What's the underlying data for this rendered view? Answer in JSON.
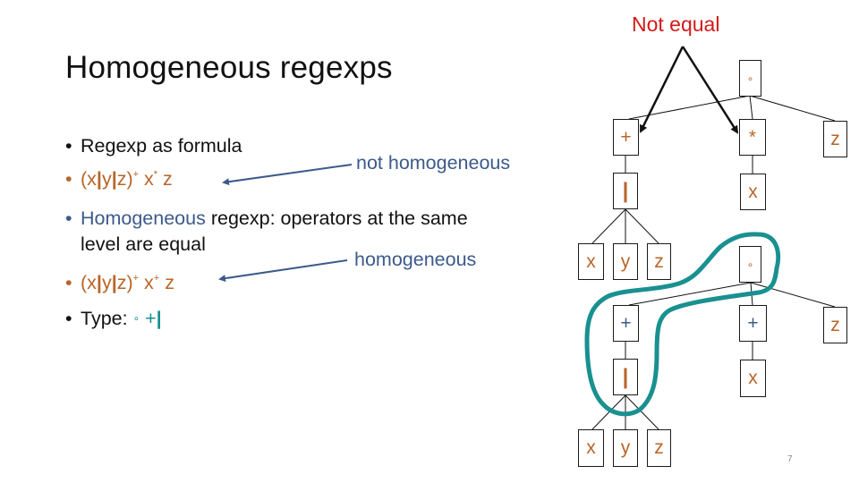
{
  "slide": {
    "title": "Homogeneous regexps",
    "page_number": "7",
    "colors": {
      "text": "#111111",
      "regex_orange": "#b8652a",
      "annotation_blue": "#3c5a8a",
      "type_teal": "#1a9090",
      "alert_red": "#d21a1a",
      "highlight_loop": "#1a9090"
    }
  },
  "bullets": [
    {
      "text": "Regexp as formula"
    },
    {
      "parts": [
        "(x",
        "|",
        "y",
        "|",
        "z)",
        "+",
        " x",
        "*",
        " z"
      ],
      "color": "orange"
    },
    {
      "highlight": "Homogeneous",
      "rest": " regexp: operators at the same",
      "continuation": "level are equal"
    },
    {
      "parts": [
        "(x",
        "|",
        "y",
        "|",
        "z)",
        "+",
        " x",
        "+",
        " z"
      ],
      "color": "orange"
    },
    {
      "label": "Type: ",
      "type_symbols": [
        "∘",
        "+",
        "|"
      ]
    }
  ],
  "annotations": {
    "not_homogeneous": "not homogeneous",
    "homogeneous": "homogeneous",
    "not_equal": "Not equal"
  },
  "tree_top": {
    "root": "∘",
    "level1": [
      "+",
      "*",
      "z"
    ],
    "level2": [
      "|",
      "x"
    ],
    "level3": [
      "x",
      "y",
      "z"
    ]
  },
  "tree_bottom": {
    "root": "∘",
    "level1": [
      "+",
      "+",
      "z"
    ],
    "level2": [
      "|",
      "x"
    ],
    "level3": [
      "x",
      "y",
      "z"
    ]
  }
}
